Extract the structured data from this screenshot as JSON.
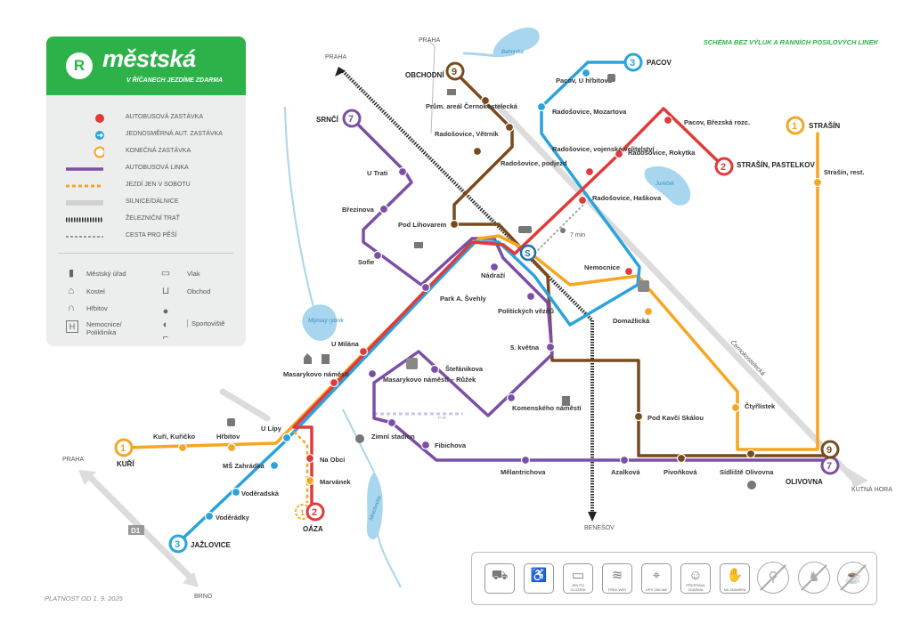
{
  "brand": {
    "logo_letter": "R",
    "name": "městská",
    "tagline": "V ŘÍČANECH JEZDÍME ZDARMA"
  },
  "top_note": "SCHÉMA BEZ VÝLUK A RANNÍCH POSILOVÝCH LINEK",
  "validity": "PLATNOST OD 1. 9. 2025",
  "colors": {
    "line1": "#f5a623",
    "line2": "#e03a3a",
    "line3": "#2aa3dc",
    "line7": "#7b4fa6",
    "line9": "#7a4a1f",
    "brand": "#2db24a"
  },
  "legend": {
    "items": [
      {
        "icon": "red-dot",
        "label": "AUTOBUSOVÁ ZASTÁVKA"
      },
      {
        "icon": "blue-arrow-dot",
        "label": "JEDNOSMĚRNÁ AUT. ZASTÁVKA"
      },
      {
        "icon": "terminal-circle",
        "label": "KONEČNÁ ZASTÁVKA"
      },
      {
        "icon": "purple-line",
        "label": "AUTOBUSOVÁ LINKA"
      },
      {
        "icon": "orange-dashed-line",
        "label": "JEZDÍ JEN V SOBOTU"
      },
      {
        "icon": "grey-road",
        "label": "SILNICE/DÁLNICE"
      },
      {
        "icon": "railway",
        "label": "ŽELEZNIČNÍ TRAŤ"
      },
      {
        "icon": "dashed-path",
        "label": "CESTA PRO PĚŠÍ"
      }
    ],
    "poi": [
      {
        "icon": "town-hall-icon",
        "label": "Městský úřad"
      },
      {
        "icon": "church-icon",
        "label": "Kostel"
      },
      {
        "icon": "cemetery-icon",
        "label": "Hřbitov"
      },
      {
        "icon": "hospital-icon",
        "label": "Nemocnice/ Poliklinika"
      },
      {
        "icon": "train-icon",
        "label": "Vlak"
      },
      {
        "icon": "shop-icon",
        "label": "Obchod"
      },
      {
        "icon": "sports-icon",
        "label": "Sportoviště"
      }
    ]
  },
  "terminals": {
    "l1_a": {
      "num": "1",
      "name": "STRAŠÍN"
    },
    "l1_b": {
      "num": "1",
      "name": "KUŘÍ"
    },
    "l2_a": {
      "num": "2",
      "name": "STRAŠÍN, PASTELKOV"
    },
    "l2_b": {
      "num": "2",
      "name": "OÁZA"
    },
    "l3_a": {
      "num": "3",
      "name": "PACOV"
    },
    "l3_b": {
      "num": "3",
      "name": "JAŽLOVICE"
    },
    "l7_a": {
      "num": "7",
      "name": "SRNČÍ"
    },
    "l7_b": {
      "num": "7",
      "name": "OLIVOVNA"
    },
    "l9_a": {
      "num": "9",
      "name": "OBCHODNÍ"
    },
    "l9_b": {
      "num": "9",
      "name": ""
    },
    "l1_sat": {
      "num": "1",
      "name": ""
    }
  },
  "stops": [
    "Pacov, U hřbitova",
    "Radošovice, Mozartova",
    "Radošovice, vojenské velitelství",
    "Radošovice, Rokytka",
    "Pacov, Březská rozc.",
    "Radošovice, Haškova",
    "Strašín, rest.",
    "Prům. areál Černokostelecká",
    "Radošovice, Větrník",
    "Radošovice, podjezd",
    "U Trati",
    "Březinova",
    "Sofie",
    "Pod Lihovarem",
    "Nádraží",
    "Nemocnice",
    "Park A. Švehly",
    "Politických vězňů",
    "Domažlická",
    "5. května",
    "U Milána",
    "Masarykovo náměstí",
    "Masarykovo náměstí – Růžek",
    "Štefánikova",
    "Komenského náměstí",
    "Pod Kavčí Skálou",
    "Čtyřlístek",
    "Kuří, Kuřičko",
    "Hřbitov",
    "U Lípy",
    "Na Obci",
    "MŠ Zahrádka",
    "Marvánek",
    "Voděradská",
    "Voděrádky",
    "Zimní stadion",
    "Fibichova",
    "Mělantrichova",
    "Azalková",
    "Pivoňková",
    "Sídliště Olivovna"
  ],
  "places": {
    "praha_nw": "PRAHA",
    "praha_n": "PRAHA",
    "praha_w": "PRAHA",
    "benesov": "BENEŠOV",
    "kutna_hora": "KUTNÁ HORA",
    "brno": "BRNO",
    "cernokostelecka": "Černokostelecká",
    "d1": "D1",
    "walk_time": "7 min",
    "mlynsky": "Mlýnský rybník",
    "bahnivka": "Bahnivka",
    "jureck": "Jureček",
    "mnichovka": "Mnichovka",
    "park_ride": "P+R",
    "train_badge": "S"
  },
  "amenities": [
    {
      "icon": "stroller-icon",
      "caption": ""
    },
    {
      "icon": "wheelchair-icon",
      "caption": ""
    },
    {
      "icon": "boarding-icon",
      "caption": "JEN PO ZLOŽENÍ"
    },
    {
      "icon": "wifi-icon",
      "caption": "FREE WIFI"
    },
    {
      "icon": "gps-icon",
      "caption": "GPS ONLINE"
    },
    {
      "icon": "free-transport-icon",
      "caption": "PŘEPRAVA ZDARMA"
    },
    {
      "icon": "request-stop-icon",
      "caption": "NA ZNAMENÍ"
    },
    {
      "icon": "no-bike-icon",
      "caption": ""
    },
    {
      "icon": "no-dog-icon",
      "caption": ""
    },
    {
      "icon": "no-food-icon",
      "caption": ""
    }
  ]
}
